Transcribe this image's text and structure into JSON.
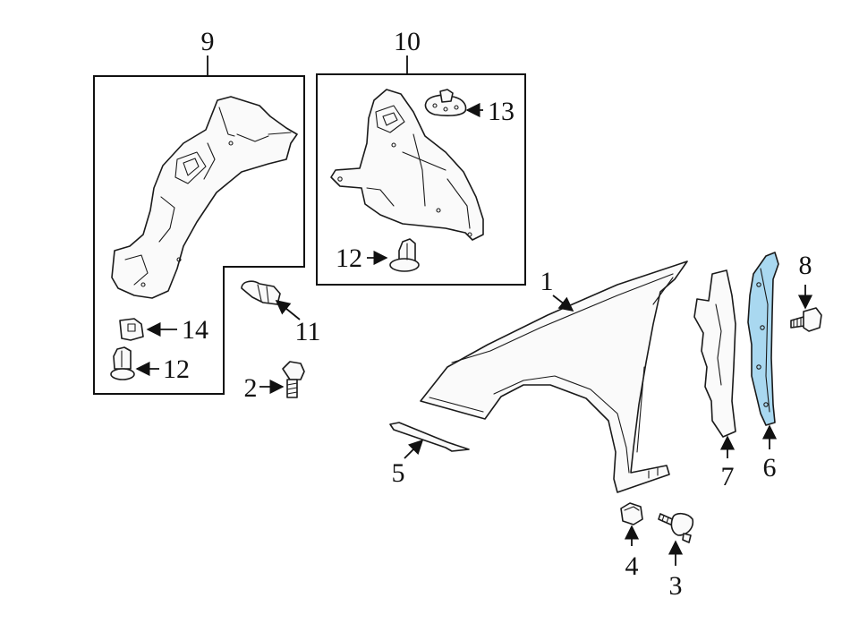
{
  "diagram": {
    "highlight_color": "#a9d8f0",
    "line_color": "#111111",
    "callouts": {
      "c1": "1",
      "c2": "2",
      "c3": "3",
      "c4": "4",
      "c5": "5",
      "c6": "6",
      "c7": "7",
      "c8": "8",
      "c9": "9",
      "c10": "10",
      "c11": "11",
      "c12a": "12",
      "c12b": "12",
      "c13": "13",
      "c14": "14"
    }
  }
}
